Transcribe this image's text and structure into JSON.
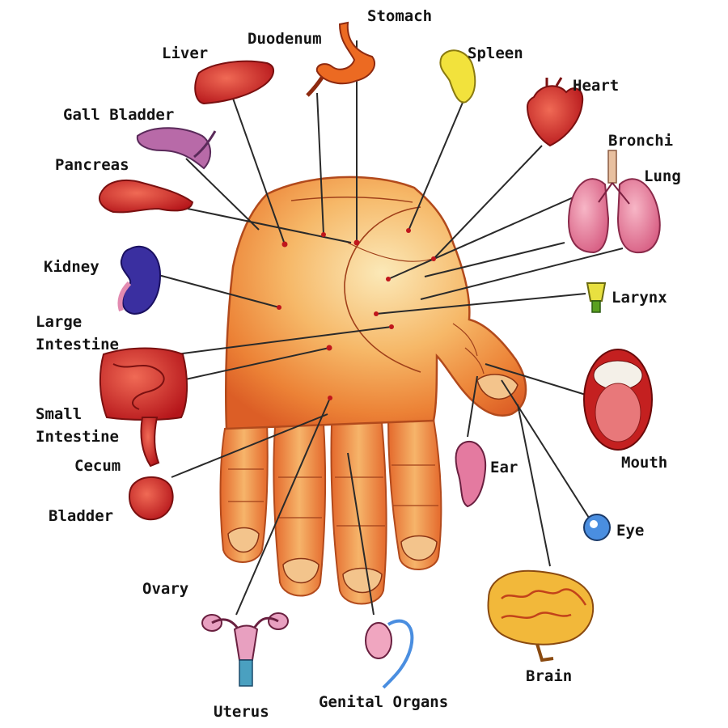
{
  "labels": {
    "stomach": "Stomach",
    "duodenum": "Duodenum",
    "liver": "Liver",
    "spleen": "Spleen",
    "heart": "Heart",
    "gall_bladder": "Gall Bladder",
    "bronchi": "Bronchi",
    "lung": "Lung",
    "pancreas": "Pancreas",
    "kidney": "Kidney",
    "larynx": "Larynx",
    "large_intestine_1": "Large",
    "large_intestine_2": "Intestine",
    "small_intestine_1": "Small",
    "small_intestine_2": "Intestine",
    "cecum": "Cecum",
    "mouth": "Mouth",
    "ear": "Ear",
    "bladder": "Bladder",
    "eye": "Eye",
    "ovary": "Ovary",
    "brain": "Brain",
    "genital_organs": "Genital Organs",
    "uterus": "Uterus"
  },
  "colors": {
    "skin_center": "#fbe7b4",
    "skin_mid": "#f4a04e",
    "skin_edge": "#e2652a",
    "organ_red": "#d42a22",
    "organ_dark_red": "#8e1010",
    "spleen_yellow": "#f0e03a",
    "kidney_blue": "#3a2fa0",
    "lung_pink": "#e87a9a",
    "eye_blue": "#4a8ee0",
    "leader_line": "#2a2a2a"
  }
}
